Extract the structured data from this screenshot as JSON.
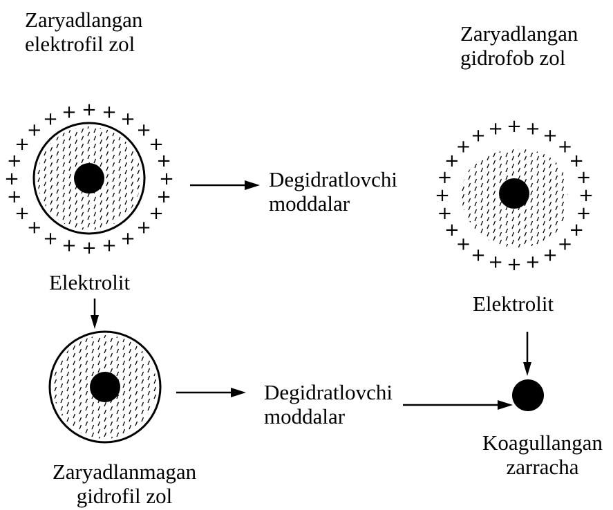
{
  "labels": {
    "charged_electrophilic_sol": [
      "Zaryadlangan",
      "elektrofil zol"
    ],
    "charged_hydrophobic_sol": [
      "Zaryadlangan",
      "gidrofob zol"
    ],
    "dehydrating_agents_top": [
      "Degidratlovchi",
      "moddalar"
    ],
    "dehydrating_agents_bottom": [
      "Degidratlovchi",
      "moddalar"
    ],
    "electrolyte_left": "Elektrolit",
    "electrolyte_right": "Elektrolit",
    "uncharged_hydrophilic_sol": [
      "Zaryadlanmagan",
      "gidrofil zol"
    ],
    "coagulated_particle": [
      "Koagullangan",
      "zarracha"
    ]
  },
  "symbols": {
    "charge_sign": "+"
  },
  "colors": {
    "ink": "#000000",
    "background": "#ffffff"
  }
}
